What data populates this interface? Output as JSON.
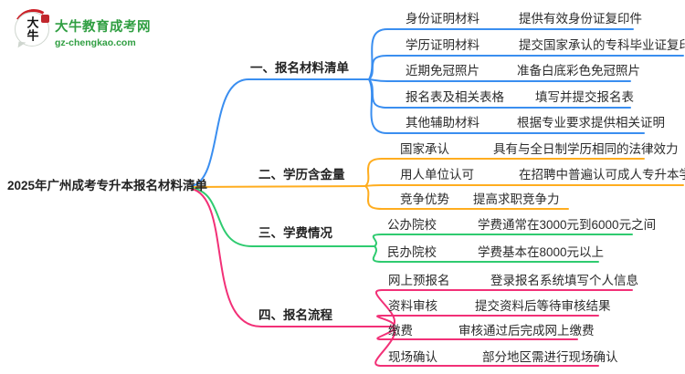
{
  "logo": {
    "icon_text": "大牛",
    "seal_text": "印",
    "site_name": "大牛教育成考网",
    "site_url": "gz-chengkao.com",
    "brand_color": "#2f9e41"
  },
  "root": {
    "title": "2025年广州成考专升本报名材料清单"
  },
  "branches": [
    {
      "label": "一、报名材料清单",
      "color": "#3a8ef0",
      "items": [
        {
          "label": "身份证明材料",
          "desc": "提供有效身份证复印件"
        },
        {
          "label": "学历证明材料",
          "desc": "提交国家承认的专科毕业证复印件"
        },
        {
          "label": "近期免冠照片",
          "desc": "准备白底彩色免冠照片"
        },
        {
          "label": "报名表及相关表格",
          "desc": "填写并提交报名表"
        },
        {
          "label": "其他辅助材料",
          "desc": "根据专业要求提供相关证明"
        }
      ]
    },
    {
      "label": "二、学历含金量",
      "color": "#ffad1f",
      "items": [
        {
          "label": "国家承认",
          "desc": "具有与全日制学历相同的法律效力"
        },
        {
          "label": "用人单位认可",
          "desc": "在招聘中普遍认可成人专升本学历"
        },
        {
          "label": "竞争优势",
          "desc": "提高求职竞争力"
        }
      ]
    },
    {
      "label": "三、学费情况",
      "color": "#2fcb70",
      "items": [
        {
          "label": "公办院校",
          "desc": "学费通常在3000元到6000元之间"
        },
        {
          "label": "民办院校",
          "desc": "学费基本在8000元以上"
        }
      ]
    },
    {
      "label": "四、报名流程",
      "color": "#f23077",
      "items": [
        {
          "label": "网上预报名",
          "desc": "登录报名系统填写个人信息"
        },
        {
          "label": "资料审核",
          "desc": "提交资料后等待审核结果"
        },
        {
          "label": "缴费",
          "desc": "审核通过后完成网上缴费"
        },
        {
          "label": "现场确认",
          "desc": "部分地区需进行现场确认"
        }
      ]
    }
  ]
}
